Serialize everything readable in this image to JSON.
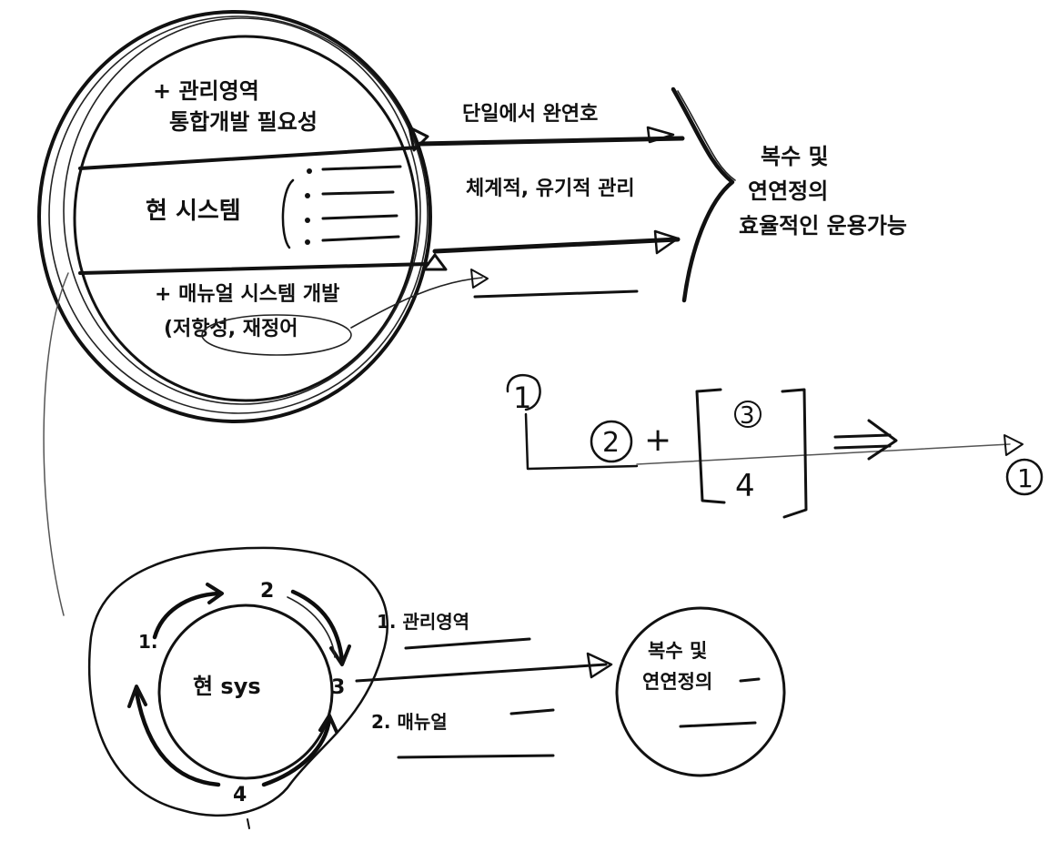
{
  "top_circle": {
    "section1_line1": "+ 관리영역",
    "section1_line2": "통합개발 필요성",
    "section2_label": "현 시스템",
    "section3_line1": "+ 매뉴얼 시스템 개발",
    "section3_line2": "(저항성, 재정어"
  },
  "arrows": {
    "upper_label": "단일에서 완연호",
    "middle_label": "체계적, 유기적 관리"
  },
  "result_text": {
    "line1": "복수 및",
    "line2": "연연정의",
    "line3": "효율적인 운용가능"
  },
  "formula": {
    "start": "1",
    "term": "2",
    "plus": "+",
    "upper": "3",
    "lower": "4",
    "end": "1"
  },
  "cycle": {
    "center_label": "현 sys",
    "node1": "1.",
    "node2": "2",
    "node3": "3",
    "node4": "4",
    "item1": "1. 관리영역",
    "item2": "2. 매뉴얼",
    "result_line1": "복수 및",
    "result_line2": "연연정의"
  }
}
